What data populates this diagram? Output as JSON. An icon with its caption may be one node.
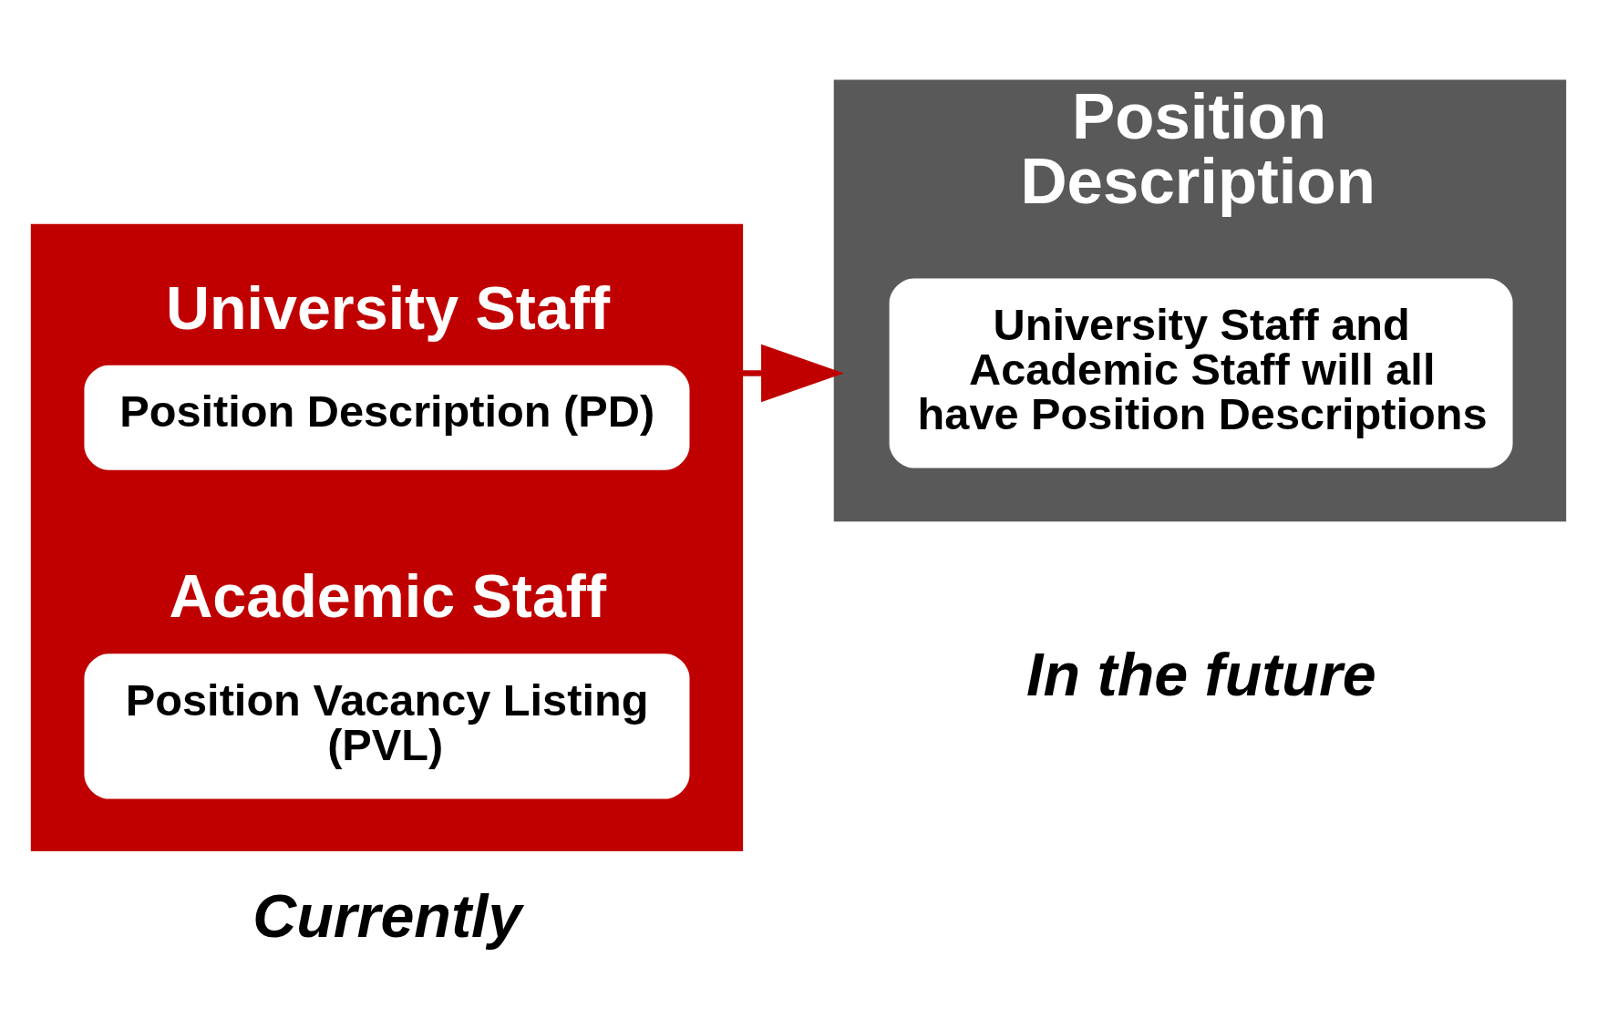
{
  "diagram": {
    "nodes": [
      {
        "text": [],
        "shape": "box",
        "beside": [
          "Currently"
        ]
      },
      {
        "text": [
          "University Staff",
          "Position Description (PD)"
        ],
        "in": 0
      },
      {
        "text": [
          "Academic Staff",
          "Position Vacancy Listing (PVL)"
        ],
        "in": 0
      },
      {
        "text": [
          "Position Description"
        ],
        "beside": [
          "In the future"
        ]
      },
      {
        "text": [
          "University Staff and Academic Staff will all have Position Descriptions"
        ],
        "in": 3
      }
    ],
    "edges": [
      {
        "from": 0,
        "to": 3,
        "arrow": "to"
      }
    ]
  }
}
